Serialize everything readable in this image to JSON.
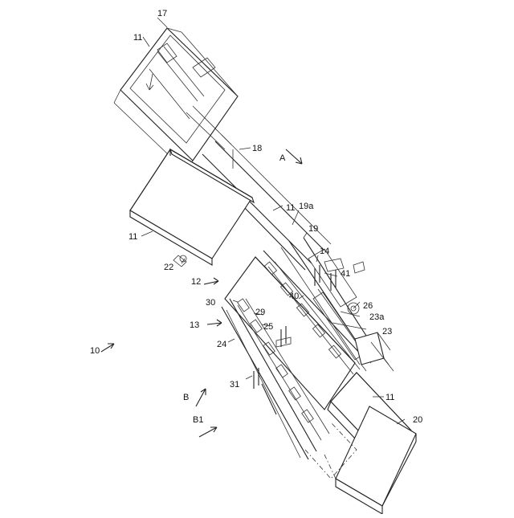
{
  "figure": {
    "labels": {
      "n17": "17",
      "n11_top": "11",
      "n18": "18",
      "dirA": "A",
      "n11_box": "11",
      "n11_mid": "11",
      "n19a": "19a",
      "n19": "19",
      "n14": "14",
      "n22": "22",
      "n12": "12",
      "n41": "41",
      "n30": "30",
      "n40": "40",
      "n26": "26",
      "n29": "29",
      "n13": "13",
      "n25": "25",
      "n23a": "23a",
      "n23": "23",
      "n10": "10",
      "n24": "24",
      "n31": "31",
      "n11_low": "11",
      "dirB": "B",
      "dirB1": "B1",
      "n20": "20"
    }
  }
}
